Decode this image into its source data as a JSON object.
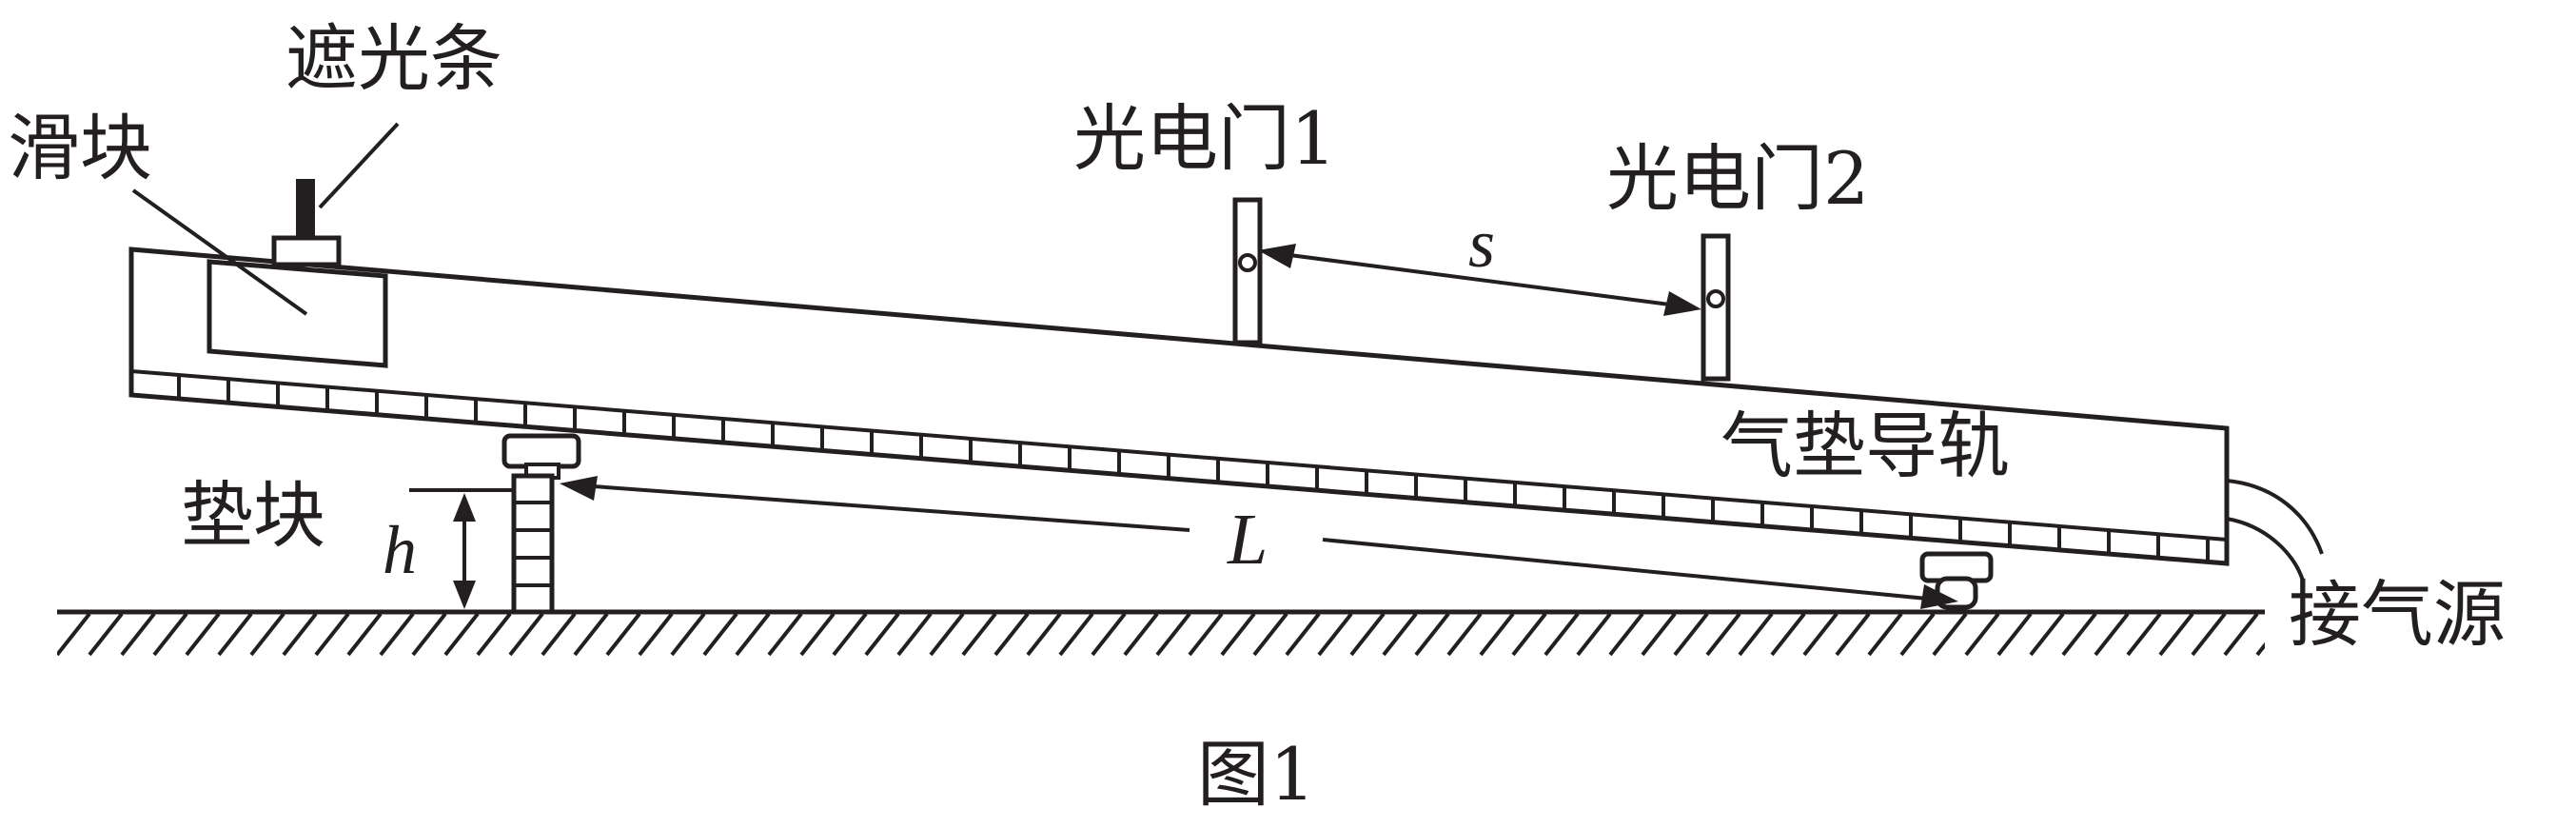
{
  "labels": {
    "shade_strip": "遮光条",
    "slider": "滑块",
    "gate1": "光电门1",
    "gate2": "光电门2",
    "distance_s": "s",
    "air_track": "气垫导轨",
    "block": "垫块",
    "height_h": "h",
    "length_L": "L",
    "air_source": "接气源",
    "caption": "图1"
  },
  "colors": {
    "ink": "#231f20",
    "background": "#ffffff"
  }
}
